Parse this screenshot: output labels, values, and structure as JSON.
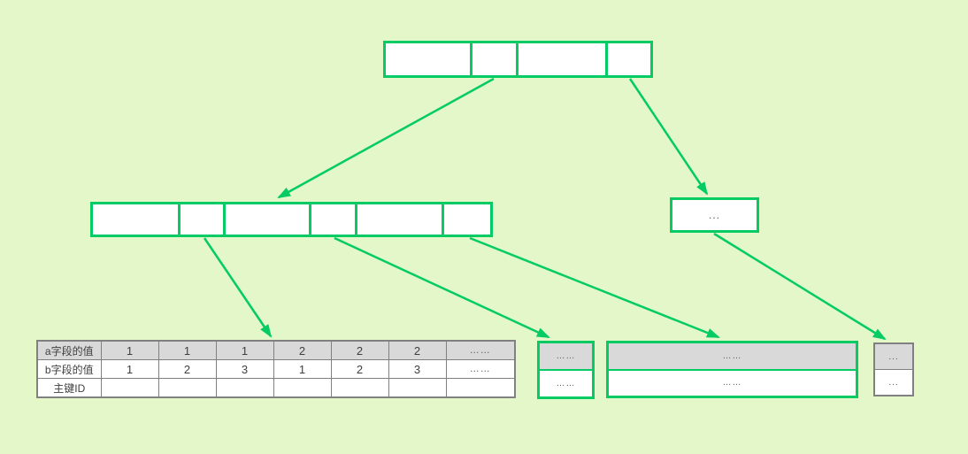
{
  "colors": {
    "canvas_bg": "#E3F7C9",
    "accent_green": "#04CB63",
    "table_border": "#808080",
    "header_fill": "#D9D9D9",
    "table_text": "#3F3F3F",
    "muted_text": "#595959"
  },
  "nodes": {
    "internal_right": {
      "label": "..."
    },
    "leaf_mid_small": {
      "rows": [
        "……",
        "……"
      ]
    },
    "leaf_mid_wide": {
      "rows": [
        "……",
        "……"
      ]
    },
    "leaf_right_small": {
      "rows": [
        "...",
        "..."
      ]
    }
  },
  "table": {
    "rows": [
      {
        "label": "a字段的值",
        "values": [
          "1",
          "1",
          "1",
          "2",
          "2",
          "2",
          "……"
        ]
      },
      {
        "label": "b字段的值",
        "values": [
          "1",
          "2",
          "3",
          "1",
          "2",
          "3",
          "……"
        ]
      },
      {
        "label": "主键ID",
        "values": [
          "",
          "",
          "",
          "",
          "",
          "",
          ""
        ]
      }
    ]
  }
}
